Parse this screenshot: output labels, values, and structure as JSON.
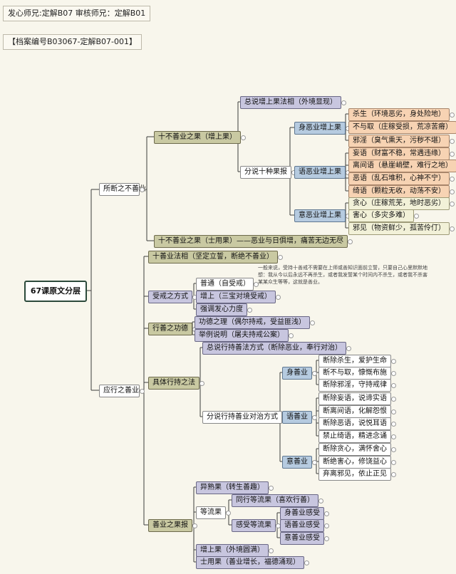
{
  "header": {
    "line1": "发心师兄:定解B07 审核师兄：定解B01",
    "line2": "【档案编号B03067-定解B07-001】"
  },
  "root": "67课原文分层",
  "branch1": {
    "label": "所断之不善业",
    "a": "十不善业之果（增上果）",
    "a1": "总说增上果法相（外境显现）",
    "a2": "分说十种果报",
    "body": "身恶业增上果",
    "b1": "杀生（环境恶劣，身处险地）",
    "b2": "不与取（庄稼受损，荒凉苦瘠）",
    "b3": "邪淫（臭气熏天，污秽不堪）",
    "speech": "语恶业增上果",
    "s1": "妄语（财富不稳，常遇违缘）",
    "s2": "离间语（悬崖峭壁，难行之地）",
    "s3": "恶语（乱石堆积，心神不宁）",
    "s4": "绮语（颗粒无收，动荡不安）",
    "mind": "意恶业增上果",
    "m1": "贪心（庄稼荒芜，地时恶劣）",
    "m2": "害心（多灾多难）",
    "m3": "邪见（物资鲜少，孤苦伶仃）",
    "b": "十不善业之果（士用果）——恶业与日俱增，痛苦无边无尽"
  },
  "branch2": {
    "label": "应行之善业",
    "p1": "十善业法相（坚定立誓，断绝不善业）",
    "p2": "受戒之方式",
    "p2a": "普通（自受戒）",
    "p2b": "增上（三宝对境受戒）",
    "p2c": "强调发心力度",
    "note": "一般来说，受持十善戒不需要在上师或善知识面前立誓，只要自己心里默默地想：我从今以后永远不再杀生，或者我发誓某个时间内不杀生，或者我不杀害某某众生等等，这就是善业。",
    "p3": "行善之功德",
    "p3a": "功德之理（偶尔持戒，受益匪浅）",
    "p3b": "举例说明（屠夫持戒公案）",
    "p4": "具体行持之法",
    "p4a": "总说行持善法方式（断除恶业，奉行对治）",
    "p4b": "分说行持善业对治方式",
    "gb": "身善业",
    "gb1": "断除杀生，爱护生命",
    "gb2": "断不与取，慷慨布施",
    "gb3": "断除邪淫，守持戒律",
    "gs": "语善业",
    "gs1": "断除妄语，说谛实语",
    "gs2": "断离间语，化解怨恨",
    "gs3": "断除恶语，说悦耳语",
    "gs4": "禁止绮语，精进念诵",
    "gm": "意善业",
    "gm1": "断除贪心，满怀舍心",
    "gm2": "断绝害心，修饶益心",
    "gm3": "弃离邪见，依止正见",
    "p5": "善业之果报",
    "p5a": "异熟果（转生善趣）",
    "p5b": "等流果",
    "p5b1": "同行等流果（喜欢行善）",
    "p5b2": "感受等流果",
    "f1": "身善业感受",
    "f2": "语善业感受",
    "f3": "意善业感受",
    "p5c": "增上果（外境圆满）",
    "p5d": "士用果（善业增长，福德涌现）"
  }
}
